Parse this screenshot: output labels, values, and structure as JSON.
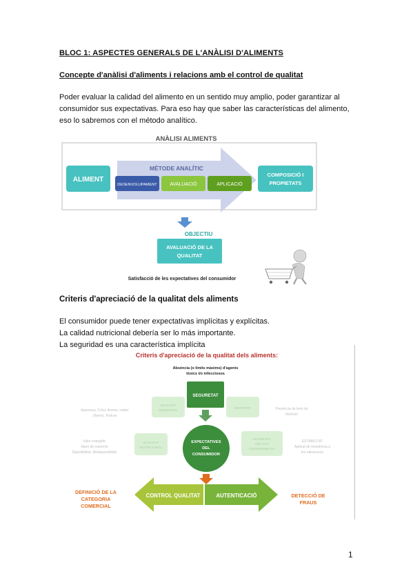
{
  "heading_bloc": "BLOC 1: ASPECTES GENERALS DE L'ANÀLISI D'ALIMENTS",
  "heading_concept": "Concepte d'anàlisi d'aliments i relacions amb el control de qualitat",
  "intro_paragraph": "Poder evaluar la calidad del alimento en un sentido muy amplio, poder garantizar al consumidor sus expectativas. Para eso hay que saber las características del alimento, eso lo sabremos con el método analítico.",
  "diagram1": {
    "title": "ANÀLISI ALIMENTS",
    "aliment": "ALIMENT",
    "metode": "MÈTODE ANALÍTIC",
    "desenvolupament": "DESENVOLUPAMENT",
    "avaluacio": "AVALUACIÓ",
    "aplicacio": "APLICACIÓ",
    "composicio_line1": "COMPOSICIÓ I",
    "composicio_line2": "PROPIETATS",
    "objectiu": "OBJECTIU",
    "avaluacio_qualitat_line1": "AVALUACIÓ DE LA",
    "avaluacio_qualitat_line2": "QUALITAT",
    "satisfaccio": "Satisfacció de les expectatives del consumidor"
  },
  "heading_criteris": "Criteris d'apreciació de la qualitat dels aliments",
  "criteris_lines": [
    "El consumidor puede tener expectativas implícitas y explícitas.",
    "La calidad nutricional debería ser lo más importante.",
    "La seguridad es una característica implícita"
  ],
  "diagram2": {
    "title": "Criteris d'apreciació de la qualitat dels aliments:",
    "absencia_line1": "Absència (o límits màxims) d'agents",
    "absencia_line2": "tòxics i/o infecciosos",
    "seguretat": "SEGURETAT",
    "qualitat_sensorial_line1": "QUALITAT",
    "qualitat_sensorial_line2": "SENSORIAL",
    "aparenca_line1": "Aparença, Color, Aroma i sabor",
    "aparenca_line2": "(flavor), Textura",
    "qualitat_nutricional_line1": "QUALITAT",
    "qualitat_nutricional_line2": "NUTRICIONAL",
    "valor_line1": "Valor energètic",
    "valor_line2": "Aport de nutrients",
    "valor_line3": "Digestibilitat, Biodisponibilitat",
    "expectatives_line1": "EXPECTATIVES",
    "expectatives_line2": "DEL",
    "expectatives_line3": "CONSUMIDOR",
    "identitat": "IDENTITAT",
    "presencia_line1": "Presència de trets de",
    "presencia_line2": "distinció",
    "estabilitat_box_line1": "ESTABILITAT",
    "estabilitat_box_line2": "VIDA ÚTIL",
    "estabilitat_box_line3": "CONSERVABILITAT",
    "estabilitat_line1": "ESTABILITAT",
    "estabilitat_line2": "Aptitud de resistència a",
    "estabilitat_line3": "les alteracions",
    "control_qualitat": "CONTROL QUALITAT",
    "autenticacio": "AUTENTICACIÓ",
    "definicio_line1": "DEFINICIÓ DE LA",
    "definicio_line2": "CATEGORIA",
    "definicio_line3": "COMERCIAL",
    "deteccio_line1": "DETECCIÓ DE",
    "deteccio_line2": "FRAUS"
  },
  "page_number": "1",
  "colors": {
    "teal": "#47c2c0",
    "dark_blue": "#3a5ba8",
    "green": "#8cc63f",
    "dark_green": "#5f9f1f",
    "olive": "#a8c43a",
    "orange": "#e06c1f",
    "red_title": "#b8332f",
    "seguretat_green": "#3c8d3c",
    "faded_green": "#cfe8c9"
  }
}
